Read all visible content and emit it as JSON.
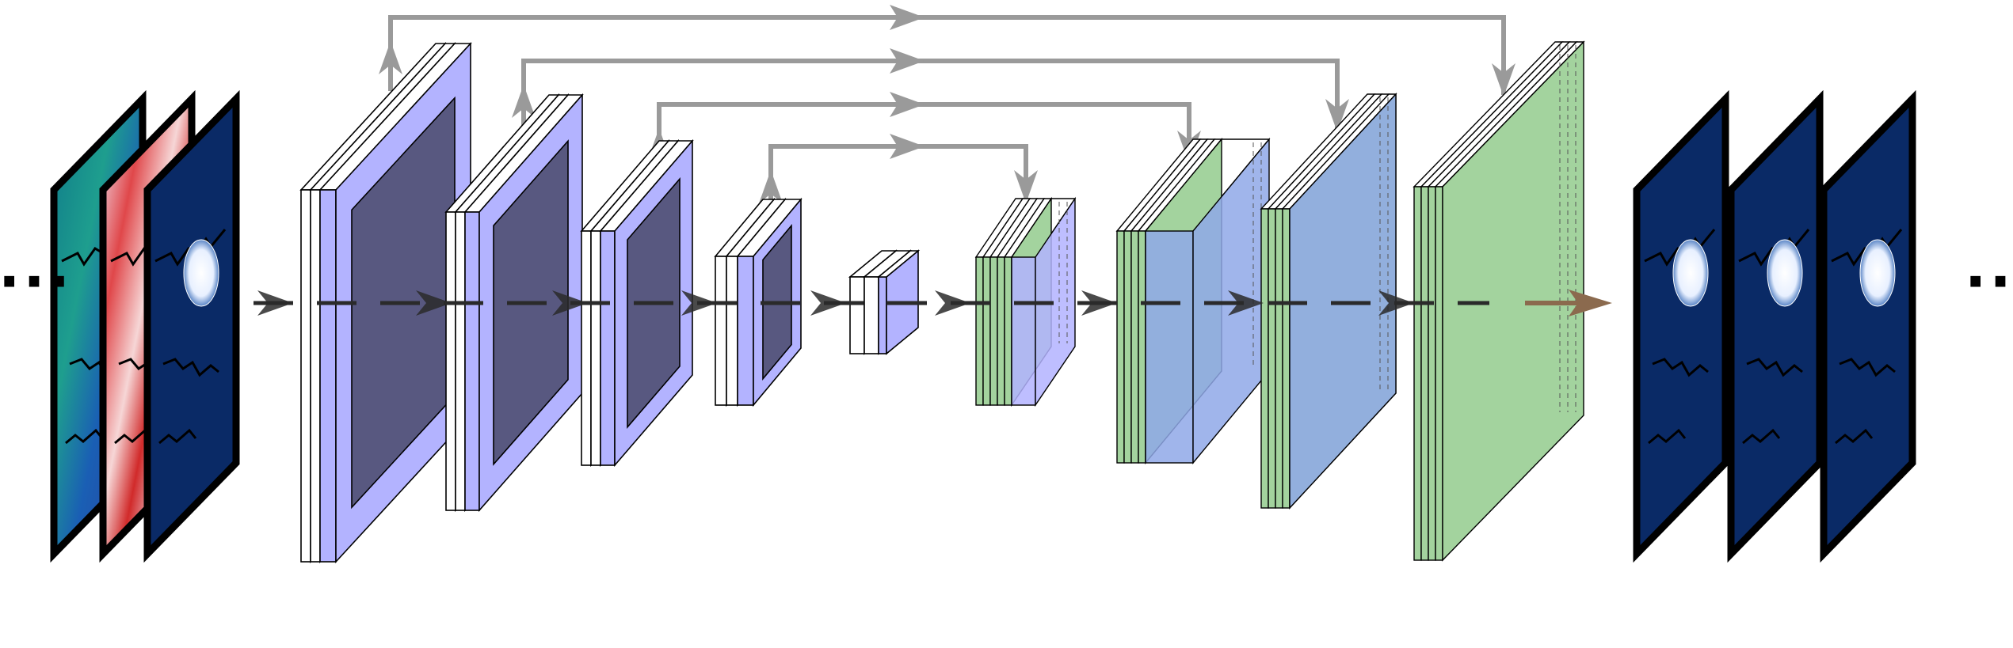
{
  "diagram": {
    "leading_ellipsis": "···",
    "trailing_ellipsis": "···",
    "colors": {
      "block_outline": "#000000",
      "conv_face": "#ffffff",
      "pool_face": "#b3b3ff",
      "pool_hole": "#585880",
      "upsample_face": "#a3d39e",
      "skip_arrow": "#9a9a9a",
      "flow_arrow": "#2a2a2a",
      "output_arrow": "#8b6a4e",
      "map_ocean": "#0a2a66"
    },
    "input_maps": [
      {
        "name": "input-map-1",
        "palette": "blue-green"
      },
      {
        "name": "input-map-2",
        "palette": "red-white-blue"
      },
      {
        "name": "input-map-3",
        "palette": "ocean-ice"
      }
    ],
    "output_maps": [
      {
        "name": "output-map-1"
      },
      {
        "name": "output-map-2"
      },
      {
        "name": "output-map-3"
      }
    ],
    "encoder_blocks": 4,
    "bottleneck_blocks": 1,
    "decoder_blocks": 4,
    "skip_connections": 4
  }
}
